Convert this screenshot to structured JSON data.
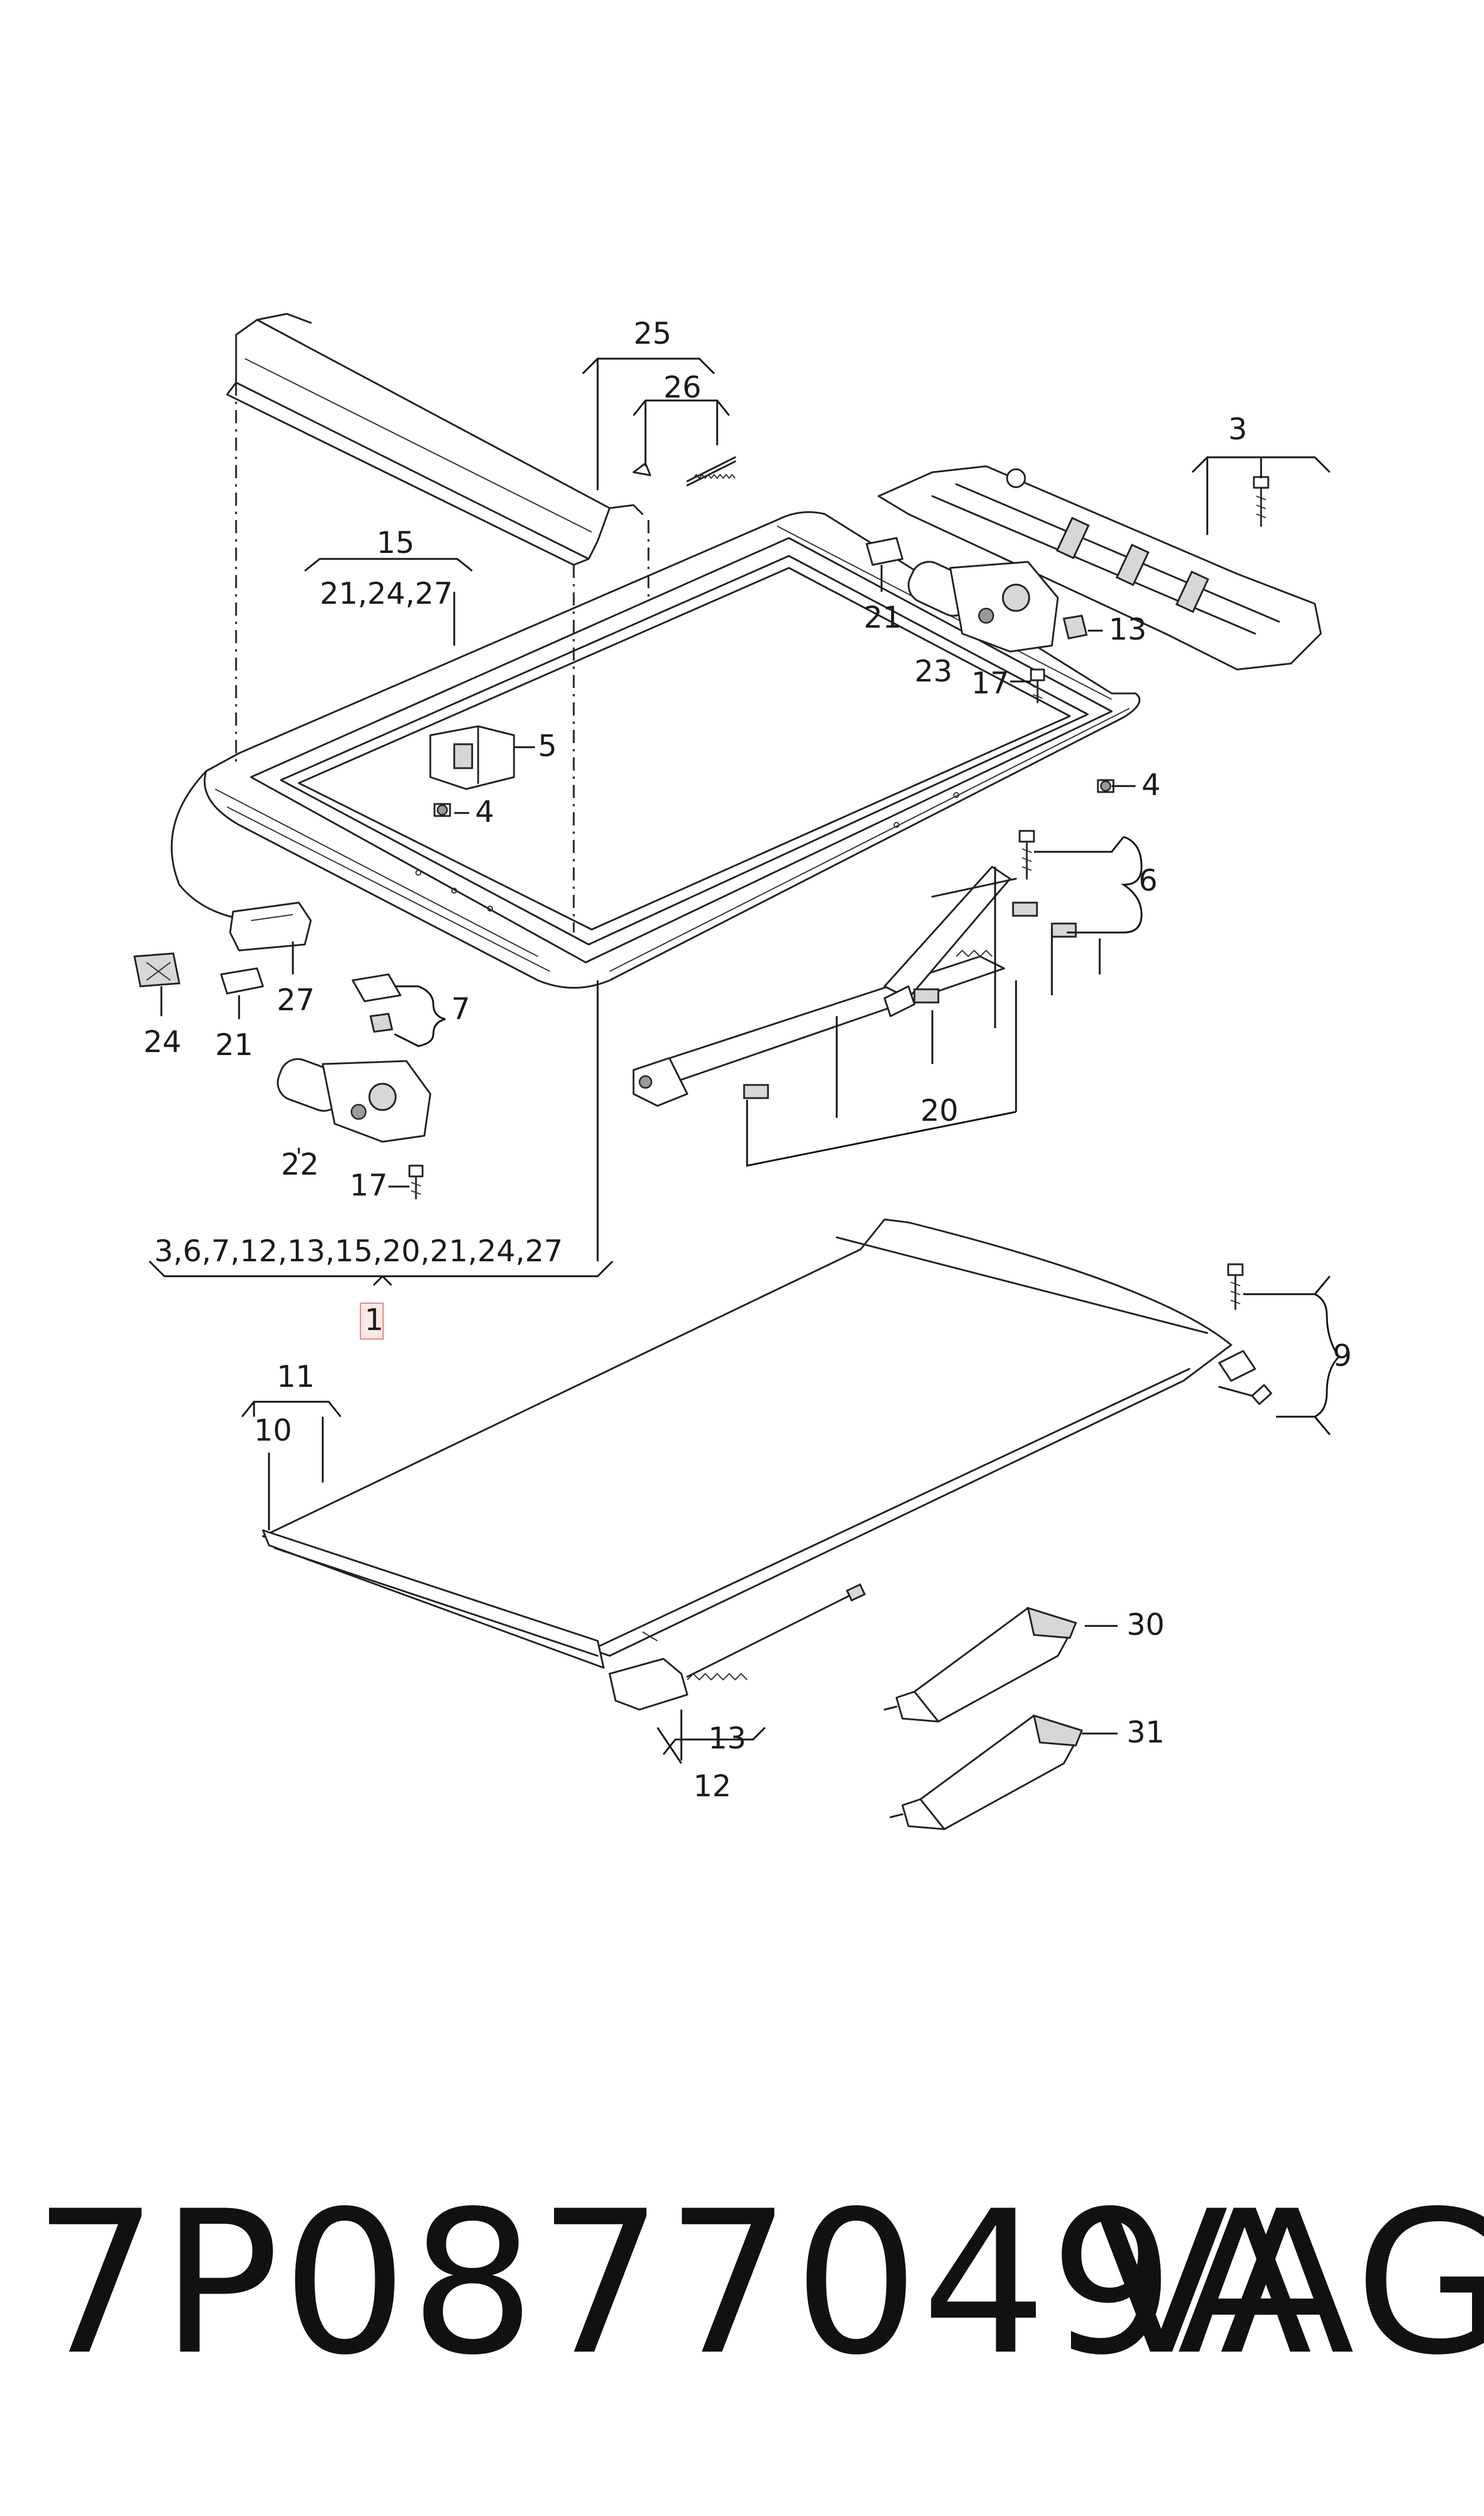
{
  "diagram": {
    "labels": {
      "l25": "25",
      "l26": "26",
      "l3": "3",
      "l15": "15",
      "l15_sub": "21,24,27",
      "l21a": "21",
      "l13a": "13",
      "l23": "23",
      "l17a": "17",
      "l5": "5",
      "l4a": "4",
      "l4b": "4",
      "l6": "6",
      "l27": "27",
      "l7": "7",
      "l24": "24",
      "l21b": "21",
      "l20": "20",
      "l22": "22",
      "l17b": "17",
      "l1_list": "3,6,7,12,13,15,20,21,24,27",
      "l1": "1",
      "l9": "9",
      "l11": "11",
      "l10": "10",
      "l30": "30",
      "l31": "31",
      "l13b": "13",
      "l12": "12"
    }
  },
  "footer": {
    "part_number": "7P0877049A",
    "brand": "VAG"
  }
}
